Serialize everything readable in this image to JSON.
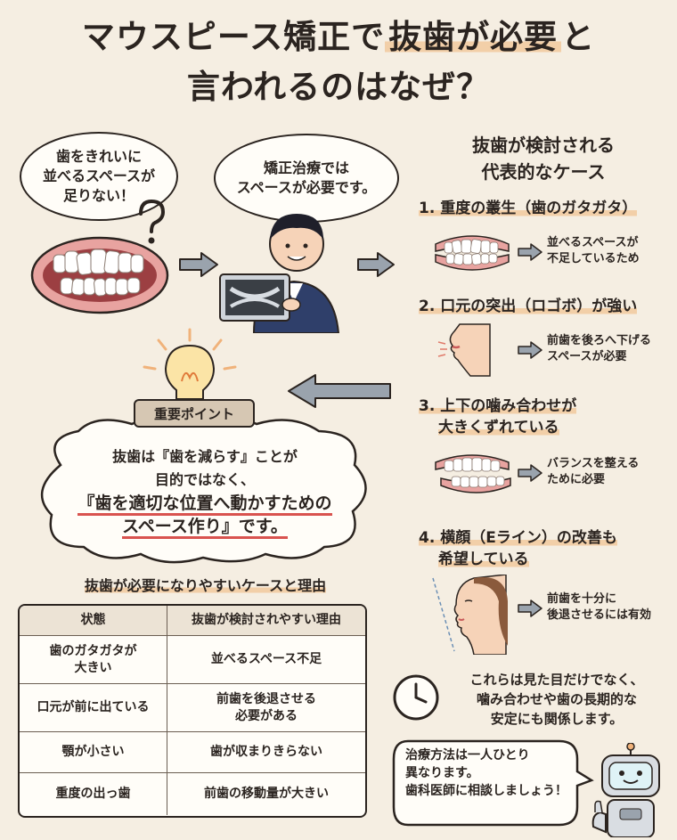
{
  "title": {
    "line1_part1": "マウスピース矯正で",
    "line1_highlight": "抜歯が必要",
    "line1_part2": "と",
    "line2": "言われるのはなぜ？"
  },
  "bubble_left": {
    "line1": "歯をきれいに",
    "line2": "並べるスペースが",
    "line3": "足りない！"
  },
  "bubble_doctor": {
    "line1": "矯正治療では",
    "line2": "スペースが必要です。"
  },
  "cases_heading": {
    "line1": "抜歯が検討される",
    "line2": "代表的なケース"
  },
  "cases": [
    {
      "title": "1. 重度の叢生（歯のガタガタ）",
      "desc1": "並べるスペースが",
      "desc2": "不足しているため"
    },
    {
      "title": "2. 口元の突出（ロゴボ）が強い",
      "desc1": "前歯を後ろへ下げる",
      "desc2": "スペースが必要"
    },
    {
      "title1": "3. 上下の噛み合わせが",
      "title2": "大きくずれている",
      "desc1": "バランスを整える",
      "desc2": "ために必要"
    },
    {
      "title1": "4. 横顔（Eライン）の改善も",
      "title2": "希望している",
      "desc1": "前歯を十分に",
      "desc2": "後退させるには有効"
    }
  ],
  "point_badge": "重要ポイント",
  "point": {
    "line1": "抜歯は『歯を減らす』ことが",
    "line2": "目的ではなく、",
    "line3": "『歯を適切な位置へ動かすための",
    "line4": "スペース作り』です。"
  },
  "table": {
    "title": "抜歯が必要になりやすいケースと理由",
    "headers": [
      "状態",
      "抜歯が検討されやすい理由"
    ],
    "rows": [
      {
        "state": "歯のガタガタが\n大きい",
        "reason": "並べるスペース不足"
      },
      {
        "state": "口元が前に出ている",
        "reason": "前歯を後退させる\n必要がある"
      },
      {
        "state": "顎が小さい",
        "reason": "歯が収まりきらない"
      },
      {
        "state": "重度の出っ歯",
        "reason": "前歯の移動量が大きい"
      }
    ]
  },
  "note": {
    "line1": "これらは見た目だけでなく、",
    "line2": "噛み合わせや歯の長期的な",
    "line3": "安定にも関係します。"
  },
  "robot_bubble": {
    "line1": "治療方法は一人ひとり",
    "line2": "異なります。",
    "line3": "歯科医師に相談しましょう！"
  },
  "colors": {
    "background": "#f5eee2",
    "accent": "#f2cfa8",
    "gum": "#e8a3a0",
    "arrow": "#9aa3ad",
    "underline": "#d9534f"
  }
}
